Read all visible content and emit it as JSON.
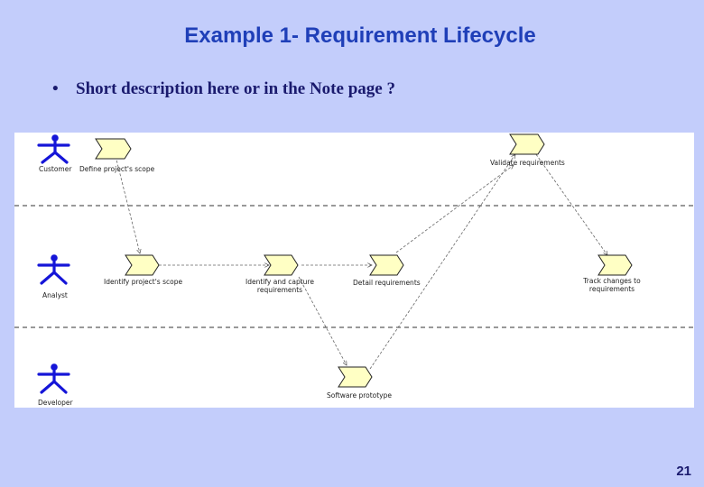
{
  "title": "Example 1- Requirement Lifecycle",
  "bullet": {
    "marker": "•",
    "text": "Short description here or in the Note page ?"
  },
  "page_number": "21",
  "diagram": {
    "actors": [
      {
        "id": "customer",
        "label": "Customer"
      },
      {
        "id": "analyst",
        "label": "Analyst"
      },
      {
        "id": "developer",
        "label": "Developer"
      }
    ],
    "activities": [
      {
        "id": "define",
        "label": "Define project's scope"
      },
      {
        "id": "identify_scope",
        "label": "Identify project's scope"
      },
      {
        "id": "identify_capture",
        "label": "Identify and capture requirements"
      },
      {
        "id": "detail",
        "label": "Detail requirements"
      },
      {
        "id": "validate",
        "label": "Validate requirements"
      },
      {
        "id": "track",
        "label": "Track changes to requirements"
      },
      {
        "id": "prototype",
        "label": "Software prototype"
      }
    ],
    "flows": [
      {
        "from": "define",
        "to": "identify_scope"
      },
      {
        "from": "identify_scope",
        "to": "identify_capture"
      },
      {
        "from": "identify_capture",
        "to": "detail"
      },
      {
        "from": "identify_capture",
        "to": "prototype"
      },
      {
        "from": "prototype",
        "to": "validate"
      },
      {
        "from": "detail",
        "to": "validate"
      },
      {
        "from": "validate",
        "to": "track"
      }
    ],
    "colors": {
      "actor": "#1515d8",
      "activity_fill": "#ffffc4",
      "line": "#555555",
      "lane_divider": "#333333"
    }
  }
}
